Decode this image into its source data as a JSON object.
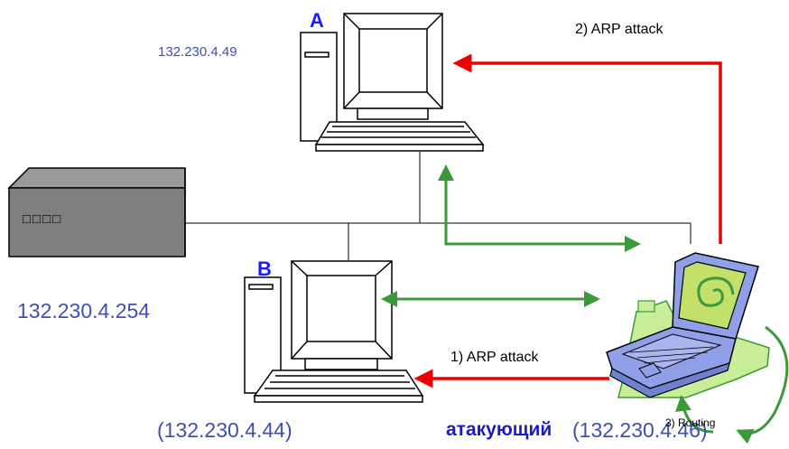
{
  "labels": {
    "host_a": {
      "letter": "A",
      "ip": "132.230.4.49"
    },
    "host_b": {
      "letter": "B",
      "ip": "(132.230.4.44)"
    },
    "router": {
      "ip": "132.230.4.254",
      "leds": "□□□□"
    },
    "attacker": {
      "word": "атакующий",
      "ip": "(132.230.4.46)"
    },
    "arp_attack_1": "1) ARP attack",
    "arp_attack_2": "2) ARP attack",
    "routing": "3) Routing"
  },
  "colors": {
    "attack_arrow": "#ee0000",
    "traffic_arrow": "#3a9a3a",
    "ip_text": "#3f4fb5",
    "letter_text": "#1a1aff",
    "router_body": "#7f7f7f",
    "laptop_body": "#8f9fe8",
    "laptop_screen": "#c2e06a",
    "green_shape": "#c8ee9a"
  }
}
